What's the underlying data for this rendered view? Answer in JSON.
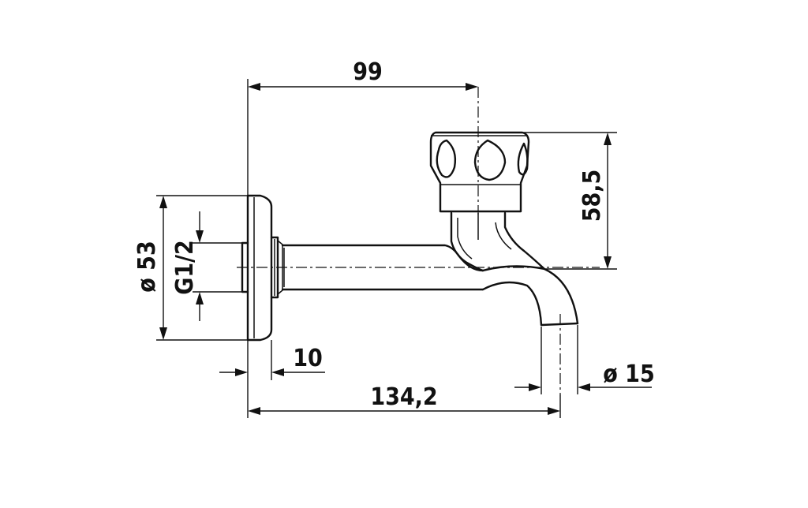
{
  "dimensions": {
    "depth_to_handle": "99",
    "handle_height": "58,5",
    "flange_diameter": "ø 53",
    "thread": "G1/2",
    "flange_thickness": "10",
    "total_length": "134,2",
    "outlet_diameter": "ø 15"
  }
}
